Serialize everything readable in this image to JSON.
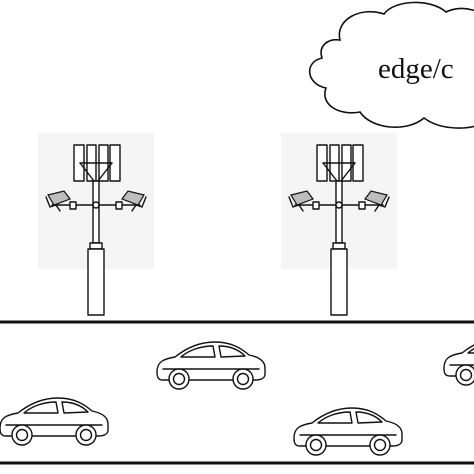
{
  "cloud": {
    "label": "edge/c"
  },
  "towers": [
    {
      "name": "tower-left"
    },
    {
      "name": "tower-right"
    }
  ],
  "road": {
    "cars": [
      {
        "name": "car-1",
        "direction": "right"
      },
      {
        "name": "car-2",
        "direction": "right"
      },
      {
        "name": "car-3",
        "direction": "right"
      },
      {
        "name": "car-4",
        "direction": "right"
      }
    ]
  }
}
